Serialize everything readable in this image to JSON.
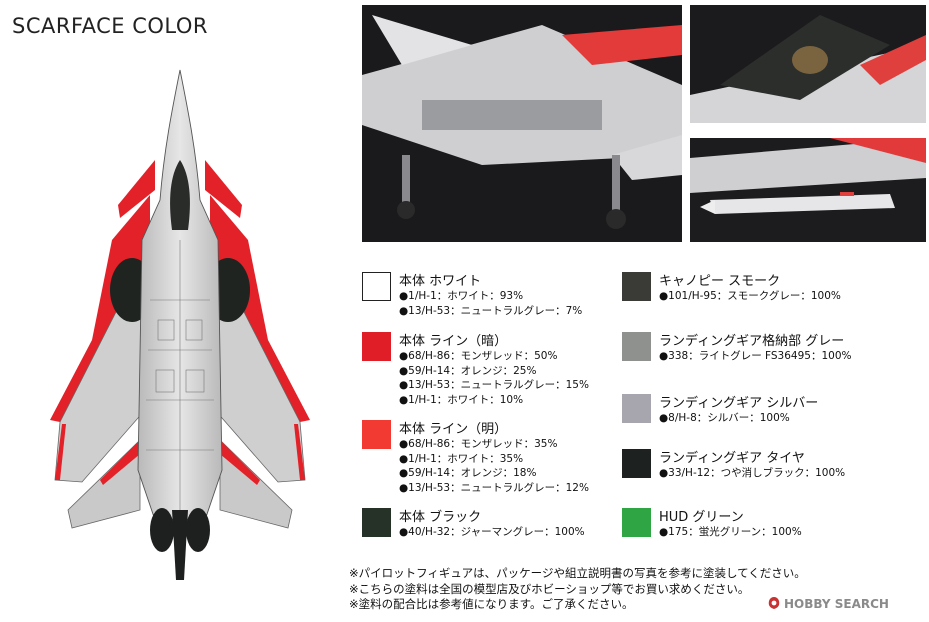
{
  "title": "SCARFACE COLOR",
  "swatches": [
    {
      "name": "本体 ホワイト",
      "color": "#ffffff",
      "lines": [
        "●1/H-1：ホワイト：93%",
        "●13/H-53：ニュートラルグレー：7%"
      ]
    },
    {
      "name": "本体 ライン（暗）",
      "color": "#e01e28",
      "lines": [
        "●68/H-86：モンザレッド：50%",
        "●59/H-14：オレンジ：25%",
        "●13/H-53：ニュートラルグレー：15%",
        "●1/H-1：ホワイト：10%"
      ]
    },
    {
      "name": "本体 ライン（明）",
      "color": "#f23a33",
      "lines": [
        "●68/H-86：モンザレッド：35%",
        "●1/H-1：ホワイト：35%",
        "●59/H-14：オレンジ：18%",
        "●13/H-53：ニュートラルグレー：12%"
      ]
    },
    {
      "name": "本体 ブラック",
      "color": "#263128",
      "lines": [
        "●40/H-32：ジャーマングレー：100%"
      ]
    },
    {
      "name": "キャノピー スモーク",
      "color": "#3a3b36",
      "lines": [
        "●101/H-95：スモークグレー：100%"
      ]
    },
    {
      "name": "ランディングギア格納部 グレー",
      "color": "#8f918e",
      "lines": [
        "●338：ライトグレー FS36495：100%"
      ]
    },
    {
      "name": "ランディングギア シルバー",
      "color": "#a7a5ad",
      "lines": [
        "●8/H-8：シルバー：100%"
      ]
    },
    {
      "name": "ランディングギア タイヤ",
      "color": "#1d211f",
      "lines": [
        "●33/H-12：つや消しブラック：100%"
      ]
    },
    {
      "name": "HUD グリーン",
      "color": "#2fa643",
      "lines": [
        "●175：蛍光グリーン：100%"
      ]
    }
  ],
  "notes": [
    "※パイロットフィギュアは、パッケージや組立説明書の写真を参考に塗装してください。",
    "※こちらの塗料は全国の模型店及びホビーショップ等でお買い求めください。",
    "※塗料の配合比は参考値になります。ご了承ください。"
  ],
  "watermark": "HOBBY SEARCH"
}
